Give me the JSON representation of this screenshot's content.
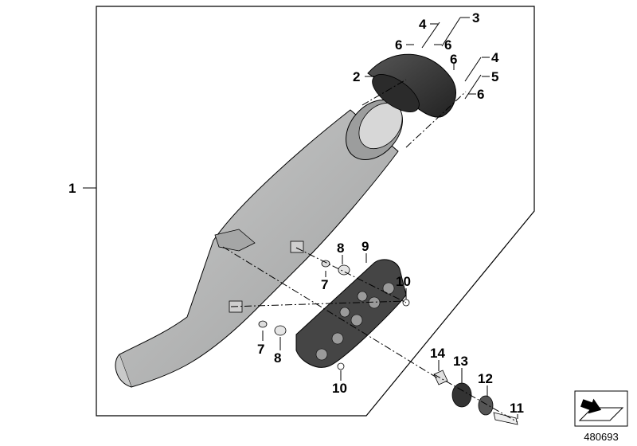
{
  "diagram": {
    "reference_number": "480693",
    "callouts": {
      "c1": "1",
      "c2": "2",
      "c3": "3",
      "c4a": "4",
      "c4b": "4",
      "c5": "5",
      "c6a": "6",
      "c6b": "6",
      "c6c": "6",
      "c6d": "6",
      "c7a": "7",
      "c7b": "7",
      "c8a": "8",
      "c8b": "8",
      "c9": "9",
      "c10a": "10",
      "c10b": "10",
      "c11": "11",
      "c12": "12",
      "c13": "13",
      "c14": "14"
    },
    "icons": {
      "thumbnail": "exploded-view-thumbnail-icon"
    },
    "colors": {
      "muffler_body": "#b7b8b8",
      "end_cap": "#3a3a3a",
      "heat_shield": "#444444",
      "outline": "#000000"
    }
  }
}
